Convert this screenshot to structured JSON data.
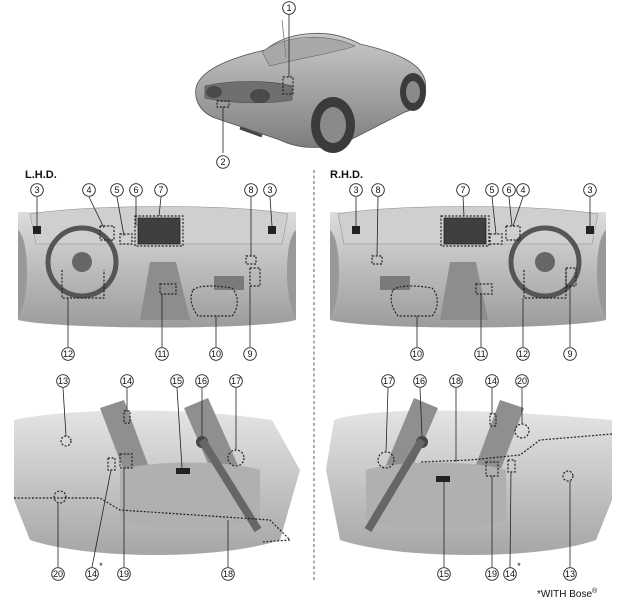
{
  "sections": {
    "left_label": "L.H.D.",
    "right_label": "R.H.D."
  },
  "footnote": {
    "text": "*WITH Bose",
    "mark": "®"
  },
  "asterisk": "*",
  "callouts": {
    "n1": "1",
    "n2": "2",
    "n3": "3",
    "n4": "4",
    "n5": "5",
    "n6": "6",
    "n7": "7",
    "n8": "8",
    "n9": "9",
    "n10": "10",
    "n11": "11",
    "n12": "12",
    "n13": "13",
    "n14": "14",
    "n15": "15",
    "n16": "16",
    "n17": "17",
    "n18": "18",
    "n19": "19",
    "n20": "20"
  },
  "colors": {
    "body_dark": "#8c8c8c",
    "body_light": "#cfcfcf",
    "interior": "#b5b5b5",
    "line": "#222222"
  }
}
